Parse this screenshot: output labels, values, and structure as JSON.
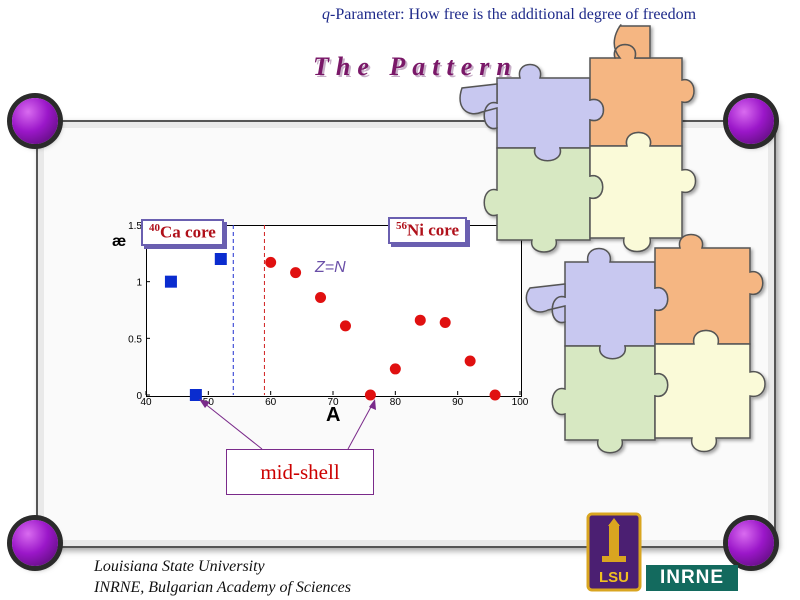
{
  "header": {
    "q_symbol": "q",
    "title_rest": "-Parameter: How free is the additional degree of freedom"
  },
  "slide_title": "The Pattern",
  "chart_data": {
    "type": "scatter",
    "xlabel": "A",
    "ylabel": "æ",
    "xlim": [
      40,
      100
    ],
    "ylim": [
      0,
      1.5
    ],
    "x_ticks": [
      "40",
      "50",
      "60",
      "70",
      "80",
      "90",
      "100"
    ],
    "y_ticks": [
      "0",
      "0.5",
      "1",
      "1.5"
    ],
    "series": [
      {
        "marker": "square",
        "color": "#0a2ccf",
        "points": [
          [
            44,
            1.0
          ],
          [
            48,
            0.0
          ],
          [
            52,
            1.2
          ]
        ]
      },
      {
        "marker": "circle",
        "color": "#e01010",
        "points": [
          [
            60,
            1.17
          ],
          [
            64,
            1.08
          ],
          [
            68,
            0.86
          ],
          [
            72,
            0.61
          ],
          [
            76,
            0.0
          ],
          [
            80,
            0.23
          ],
          [
            84,
            0.66
          ],
          [
            88,
            0.64
          ],
          [
            92,
            0.3
          ],
          [
            96,
            0.0
          ]
        ]
      }
    ],
    "vlines": [
      {
        "x": 54,
        "color": "#2030d0"
      },
      {
        "x": 59,
        "color": "#d02020"
      }
    ],
    "annotations": {
      "z_equals_n": "Z=N",
      "ca_core": {
        "mass": "40",
        "label": "Ca core"
      },
      "ni_core": {
        "mass": "56",
        "label": "Ni core"
      },
      "mid_shell": "mid-shell"
    },
    "grid": false
  },
  "footer": {
    "line1": "Louisiana State University",
    "line2": "INRNE,  Bulgarian Academy of Sciences"
  },
  "logos": {
    "lsu": "LSU",
    "inrne": "INRNE"
  },
  "colors": {
    "title": "#7a1868",
    "header": "#1e2a8a",
    "post": "#9b17c9",
    "puzzle_purple": "#c8c8f0",
    "puzzle_orange": "#f5b682",
    "puzzle_green": "#d7e8c2",
    "puzzle_yellow": "#fafad8"
  }
}
